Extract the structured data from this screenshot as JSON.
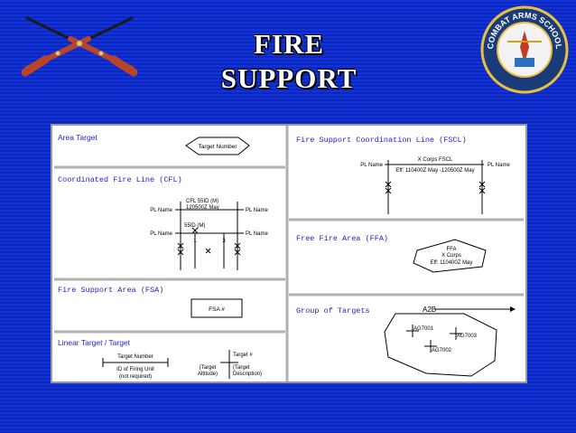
{
  "slide": {
    "title_line1": "FIRE",
    "title_line2": "SUPPORT",
    "seal_text": "COMBAT ARMS SCHOOL"
  },
  "colors": {
    "background": "#1133dd",
    "heading": "#2222cc",
    "title": "#ffffff"
  },
  "icons": [
    "crossed-rifles-icon",
    "combat-arms-school-seal-icon"
  ],
  "sections": {
    "area_target": {
      "heading": "Area Target",
      "label": "Target Number"
    },
    "cfl": {
      "heading": "Coordinated Fire Line (CFL)",
      "pl_left_top": "PL Name",
      "pl_right_top": "PL Name",
      "pl_left_bottom": "PL Name",
      "pl_right_bottom": "PL Name",
      "cfl_line1": "CFL 55ID (M)",
      "cfl_line2": "120500Z May",
      "unit": "55ID (M)",
      "bde_1": "1",
      "bde_3": "3"
    },
    "fsa": {
      "heading": "Fire Support Area (FSA)",
      "label": "FSA #"
    },
    "linear_target": {
      "heading": "Linear Target / Target",
      "target_number": "Target Number",
      "firing_unit": "ID of Firing Unit",
      "not_required": "(not required)",
      "target_hash": "Target #",
      "target_altitude_l1": "(Target",
      "target_altitude_l2": "Altitude)",
      "target_desc_l1": "(Target",
      "target_desc_l2": "Description)"
    },
    "fscl": {
      "heading": "Fire Support Coordination Line (FSCL)",
      "pl_left": "PL Name",
      "pl_right": "PL Name",
      "corps_fscl": "X Corps FSCL",
      "effective": "Eff: 110400Z May -120500Z May"
    },
    "ffa": {
      "heading": "Free Fire Area (FFA)",
      "line1": "FFA",
      "line2": "X Corps",
      "line3": "Eff: 110400Z May"
    },
    "group": {
      "heading": "Group of Targets",
      "group_name": "A2B",
      "target_1": "AG7001",
      "target_2": "AG7002",
      "target_3": "AG7003"
    }
  }
}
